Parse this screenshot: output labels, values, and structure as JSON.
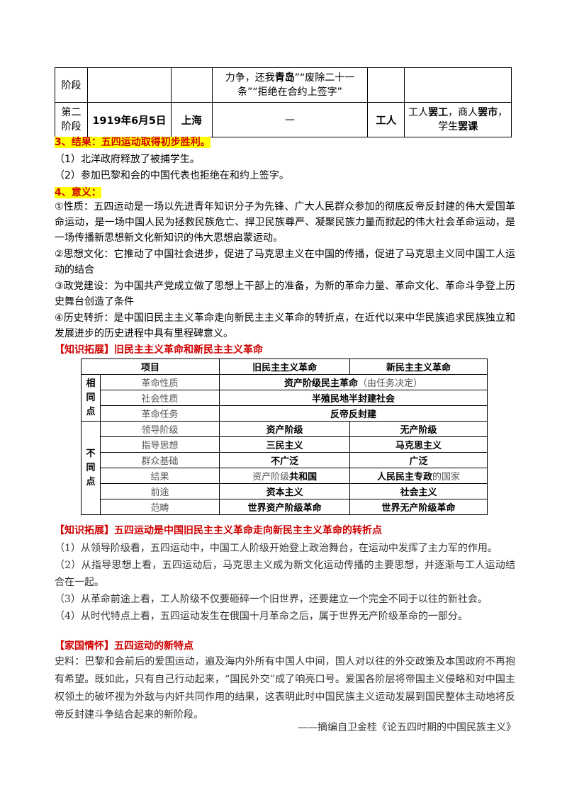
{
  "top_table": {
    "row1": {
      "stage": "阶段",
      "demand": "力争，还我青岛”“废除二十一条”“拒绝在合约上签字”"
    },
    "row2": {
      "stage": "第二阶段",
      "date": "1919年6月5日",
      "place": "上海",
      "demand": "—",
      "force": "工人",
      "form": "工人罢工，商人罢市，学生罢课"
    }
  },
  "result": {
    "heading": "3、结果：五四运动取得初步胜利。",
    "items": [
      "（1）北洋政府释放了被捕学生。",
      "（2）参加巴黎和会的中国代表也拒绝在和约上签字。"
    ]
  },
  "meaning": {
    "heading": "4、意义：",
    "p1": "①性质：五四运动是一场以先进青年知识分子为先锋、广大人民群众参加的彻底反帝反封建的伟大爱国革命运动，是一场中国人民为拯救民族危亡、捍卫民族尊严、凝聚民族力量而掀起的伟大社会革命运动，是一场传播新思想新文化新知识的伟大思想启蒙运动。",
    "p2": "②思想文化：它推动了中国社会进步，促进了马克思主义在中国的传播，促进了马克思主义同中国工人运动的结合",
    "p3": "③政党建设：为中国共产党成立做了思想上干部上的准备，为新的革命力量、革命文化、革命斗争登上历史舞台创造了条件",
    "p4": "④历史转折：是中国旧民主主义革命走向新民主主义革命的转折点，在近代以来中华民族追求民族独立和发展进步的历史进程中具有里程碑意义。"
  },
  "ext1": {
    "heading": "【知识拓展】旧民主主义革命和新民主主义革命",
    "header": [
      "项目",
      "旧民主主义革命",
      "新民主主义革命"
    ],
    "same_label": "相同点",
    "diff_label": "不同点",
    "same_rows": [
      {
        "label": "革命性质",
        "value_bold": "资产阶级民主革命",
        "value_note": "（由任务决定）"
      },
      {
        "label": "社会性质",
        "value_bold": "半殖民地半封建社会"
      },
      {
        "label": "革命任务",
        "value_bold": "反帝反封建"
      }
    ],
    "diff_rows": [
      {
        "label": "领导阶级",
        "old": "资产阶级",
        "new": "无产阶级"
      },
      {
        "label": "指导思想",
        "old": "三民主义",
        "new": "马克思主义"
      },
      {
        "label": "群众基础",
        "old": "不广泛",
        "new": "广泛"
      },
      {
        "label": "结果",
        "old_gray": "资产阶级",
        "old_bold": "共和国",
        "new_bold": "人民民主专政",
        "new_gray": "的国家"
      },
      {
        "label": "前途",
        "old": "资本主义",
        "new": "社会主义"
      },
      {
        "label": "范畴",
        "old": "世界资产阶级革命",
        "new": "世界无产阶级革命"
      }
    ]
  },
  "ext2": {
    "heading": "【知识拓展】五四运动是中国旧民主主义革命走向新民主主义革命的转折点",
    "items": [
      "（1）从领导阶级看，五四运动中，中国工人阶级开始登上政治舞台，在运动中发挥了主力军的作用。",
      "（2）从指导思想上看，五四运动后，马克思主义成为新文化运动传播的主要思想，并逐渐与工人运动结合在一起。",
      "（3）从革命前途上看，工人阶级不仅要砸碎一个旧世界，还要建立一个完全不同于以往的新社会。",
      "（4）从时代特点上看，五四运动发生在俄国十月革命之后，属于世界无产阶级革命的一部分。"
    ]
  },
  "home": {
    "heading": "【家国情怀】五四运动的新特点",
    "text": "史料：巴黎和会前后的爱国运动，遍及海内外所有中国人中间，国人对以往的外交政策及本国政府不再抱有希望。既如此，只有自己行动起来，“国民外交”成了响亮口号。爱国各阶层将帝国主义侵略和对中国主权领土的破坏视为外敌与内奸共同作用的结果，这表明此时中国民族主义运动发展到国民整体主动地将反帝反封建斗争结合起来的新阶段。",
    "cite": "——摘编自卫金桂《论五四时期的中国民族主义》"
  }
}
